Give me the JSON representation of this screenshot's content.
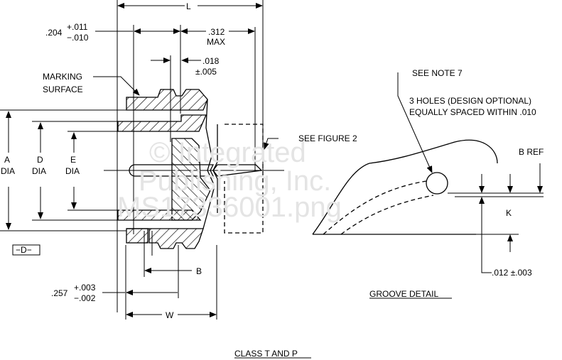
{
  "watermark": [
    "© Integrated",
    "Publishing, Inc.",
    "MS17336001.png"
  ],
  "dims": {
    "L": "L",
    "d204": ".204",
    "d204_plus": "+.011",
    "d204_minus": "−.010",
    "d312": ".312",
    "max": "MAX",
    "d018": ".018",
    "d018_tol": "±.005",
    "A": "A",
    "D": "D",
    "E": "E",
    "dia": "DIA",
    "datum_D": "−D−",
    "B": "B",
    "d257": ".257",
    "d257_plus": "+.003",
    "d257_minus": "−.002",
    "W": "W"
  },
  "labels": {
    "marking1": "MARKING",
    "marking2": "SURFACE",
    "see_figure": "SEE FIGURE 2",
    "see_note": "SEE NOTE 7",
    "holes1": "3 HOLES (DESIGN OPTIONAL)",
    "holes2": "EQUALLY SPACED WITHIN .010",
    "b_ref": "B  REF",
    "K": "K",
    "d012": ".012 ±.003",
    "groove_detail": "GROOVE DETAIL",
    "caption": "CLASS  T AND P"
  }
}
